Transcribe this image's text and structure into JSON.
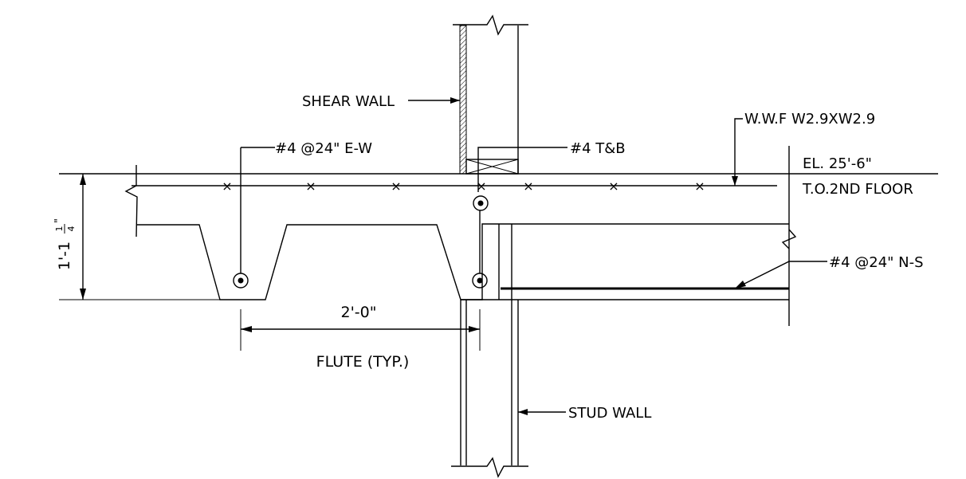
{
  "labels": {
    "shear_wall": "SHEAR WALL",
    "bar_ew": "#4 @24\" E-W",
    "bar_tb": "#4  T&B",
    "wwf": "W.W.F W2.9XW2.9",
    "elevation": "EL. 25'-6\"",
    "floor": "T.O.2ND FLOOR",
    "bar_ns": "#4 @24\" N-S",
    "flute_dim": "2'-0\"",
    "flute_note": "FLUTE (TYP.)",
    "stud_wall": "STUD WALL",
    "depth_feet": "1'-1",
    "depth_num": "1",
    "depth_den": "4",
    "depth_inch": "\""
  },
  "colors": {
    "line": "#000000",
    "background": "#ffffff"
  }
}
